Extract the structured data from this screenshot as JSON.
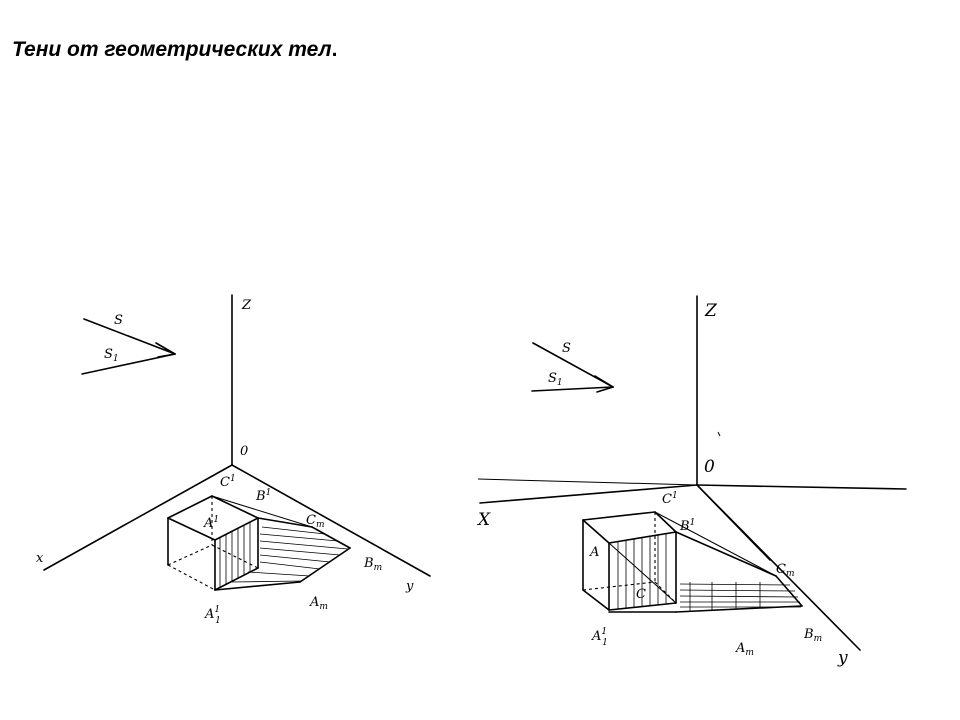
{
  "title": "Тени от геометрических тел",
  "title_punct": ".",
  "diagram_left": {
    "axis_z": "Z",
    "origin": "0",
    "axis_x": "x",
    "axis_y": "y",
    "ray_s": "S",
    "ray_s1": "S",
    "ray_s1_sub": "1",
    "pt_a": "A",
    "pt_a_sup": "1",
    "pt_a1": "A",
    "pt_a1_sup": "1",
    "pt_a1_sub": "1",
    "pt_b": "B",
    "pt_b_sup": "1",
    "pt_c": "C",
    "pt_c_sup": "1",
    "pt_ct": "C",
    "pt_ct_sub": "т",
    "pt_bt": "B",
    "pt_bt_sub": "т",
    "pt_at": "A",
    "pt_at_sub": "т"
  },
  "diagram_right": {
    "axis_z": "Z",
    "origin": "0",
    "axis_x": "X",
    "axis_y": "y",
    "ray_s": "S",
    "ray_s1": "S",
    "ray_s1_sub": "1",
    "pt_a": "A",
    "pt_a1": "A",
    "pt_a1_sup": "1",
    "pt_a1_sub": "1",
    "pt_b": "B",
    "pt_b_sup": "1",
    "pt_c": "C",
    "pt_c_sup": "1",
    "pt_c_inner": "C",
    "pt_ct": "C",
    "pt_ct_sub": "т",
    "pt_bt": "B",
    "pt_bt_sub": "т",
    "pt_at": "A",
    "pt_at_sub": "т"
  }
}
